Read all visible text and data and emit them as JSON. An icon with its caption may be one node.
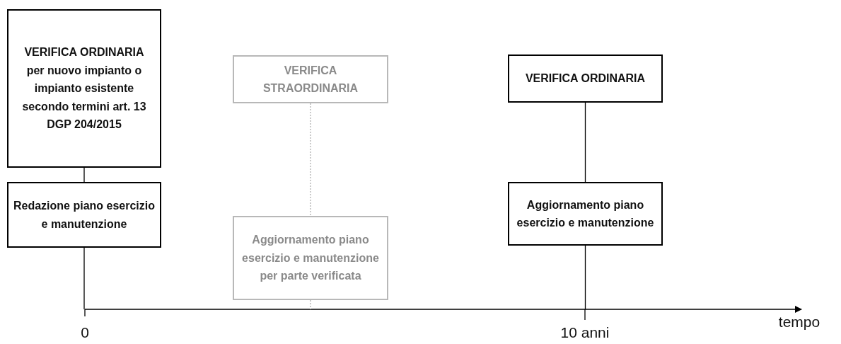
{
  "diagram": {
    "nodes": [
      {
        "text": [
          "VERIFICA ORDINARIA",
          "per nuovo impianto o impianto esistente secondo termini art. 13 DGP 204/2015"
        ]
      },
      {
        "text": [
          "Redazione piano esercizio e manutenzione"
        ]
      },
      {
        "text": [
          "VERIFICA STRAORDINARIA"
        ]
      },
      {
        "text": [
          "Aggiornamento piano esercizio e manutenzione per parte verificata"
        ]
      },
      {
        "text": [
          "VERIFICA ORDINARIA"
        ]
      },
      {
        "text": [
          "Aggiornamento piano esercizio e manutenzione"
        ]
      }
    ],
    "edges": [
      {
        "from": 0,
        "to": 1,
        "arrow": "none"
      },
      {
        "from": 1,
        "to": null,
        "arrow": "none"
      },
      {
        "from": 2,
        "to": 3,
        "arrow": "none",
        "style": "dashed",
        "color": "#b0b0b0"
      },
      {
        "from": 3,
        "to": null,
        "arrow": "none",
        "style": "dashed",
        "color": "#b0b0b0"
      },
      {
        "from": 4,
        "to": 5,
        "arrow": "none"
      },
      {
        "from": 5,
        "to": null,
        "arrow": "none"
      }
    ],
    "labels": [
      "0",
      "10 anni",
      "tempo"
    ]
  }
}
